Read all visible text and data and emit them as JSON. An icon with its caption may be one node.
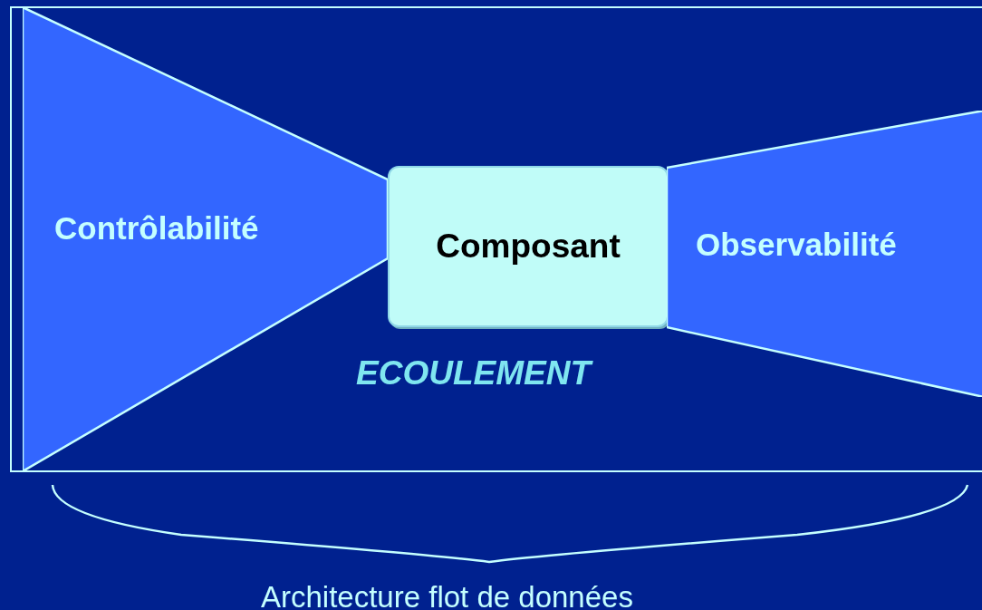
{
  "diagram": {
    "nodes": [
      {
        "text": [
          "Contrôlabilité"
        ]
      },
      {
        "text": [
          "Composant"
        ]
      },
      {
        "text": [
          "Observabilité"
        ]
      }
    ],
    "labels": [
      "ECOULEMENT",
      "Architecture flot de données"
    ]
  }
}
